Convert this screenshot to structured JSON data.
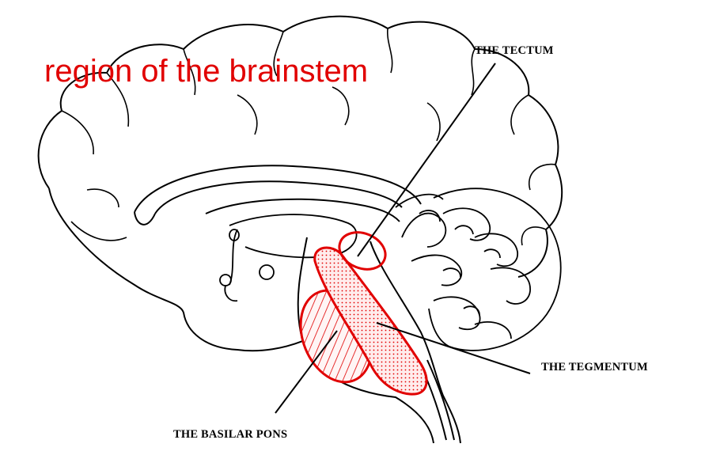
{
  "heading": "region of the brainstem",
  "labels": {
    "tectum": "THE TECTUM",
    "tegmentum": "THE TEGMENTUM",
    "basilar_pons": "THE BASILAR PONS"
  },
  "colors": {
    "highlight": "#e10000",
    "highlight_fill": "#ffd6d6",
    "outline": "#000000",
    "background": "#ffffff"
  }
}
